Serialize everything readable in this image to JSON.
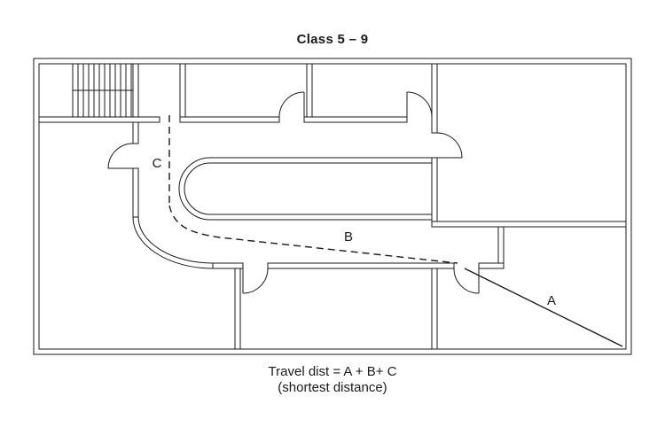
{
  "diagram": {
    "title": "Class 5 – 9",
    "labels": {
      "a": "A",
      "b": "B",
      "c": "C"
    },
    "caption": {
      "line1": "Travel dist = A + B+ C",
      "line2": "(shortest distance)"
    },
    "colors": {
      "line": "#1a1a1a",
      "background": "#ffffff"
    },
    "symbols": {
      "stairs": "stairs-symbol",
      "door": "door-swing-arc",
      "route_measured": "dashed-travel-path",
      "route_direct": "solid-travel-path"
    }
  }
}
